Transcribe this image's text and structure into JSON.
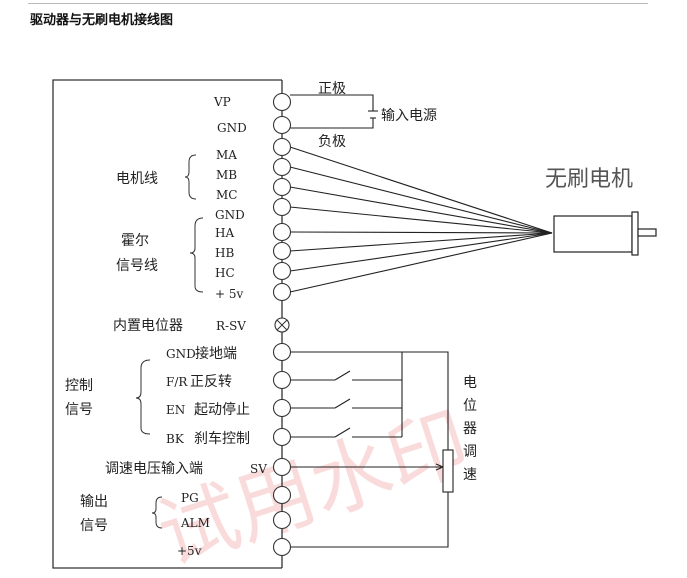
{
  "title": "驱动器与无刷电机接线图",
  "motor_label": "无刷电机",
  "power": {
    "positive": "正极",
    "negative": "负极",
    "source": "输入电源"
  },
  "terminals": [
    "VP",
    "GND",
    "MA",
    "MB",
    "MC",
    "GND",
    "HA",
    "HB",
    "HC",
    "+ 5v",
    "R-SV",
    "GND",
    "F/R",
    "EN",
    "BK",
    "SV",
    "PG",
    "ALM",
    "+5v"
  ],
  "groups": {
    "motor_wires": "电机线",
    "hall_line1": "霍尔",
    "hall_line2": "信号线",
    "pot_internal": "内置电位器",
    "control_line1": "控制",
    "control_line2": "信号",
    "output_line1": "输出",
    "output_line2": "信号",
    "speed_input": "调速电压输入端"
  },
  "control_desc": {
    "gnd": "接地端",
    "fr": "正反转",
    "en": "起动停止",
    "bk": "刹车控制"
  },
  "pot_label": [
    "电",
    "位",
    "器",
    "调",
    "速"
  ],
  "watermark": "试用水印"
}
